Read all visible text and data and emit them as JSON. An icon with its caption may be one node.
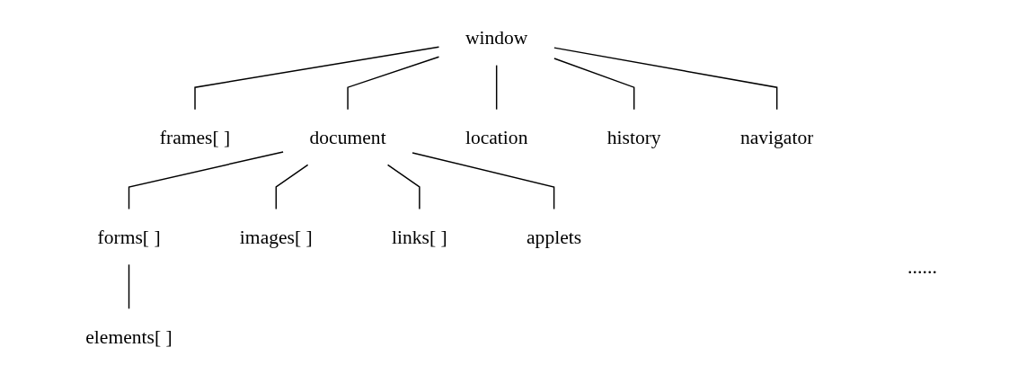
{
  "diagram": {
    "nodes": [
      {
        "text": [
          "window"
        ]
      },
      {
        "text": [
          "frames[ ]"
        ]
      },
      {
        "text": [
          "document"
        ]
      },
      {
        "text": [
          "location"
        ]
      },
      {
        "text": [
          "history"
        ]
      },
      {
        "text": [
          "navigator"
        ]
      },
      {
        "text": [
          "forms[ ]"
        ]
      },
      {
        "text": [
          "images[ ]"
        ]
      },
      {
        "text": [
          "links[ ]"
        ]
      },
      {
        "text": [
          "applets"
        ]
      },
      {
        "text": [
          "elements[ ]"
        ]
      }
    ],
    "edges": [
      {
        "from": 0,
        "to": 1,
        "arrow": "none"
      },
      {
        "from": 0,
        "to": 2,
        "arrow": "none"
      },
      {
        "from": 0,
        "to": 3,
        "arrow": "none"
      },
      {
        "from": 0,
        "to": 4,
        "arrow": "none"
      },
      {
        "from": 0,
        "to": 5,
        "arrow": "none"
      },
      {
        "from": 2,
        "to": 6,
        "arrow": "none"
      },
      {
        "from": 2,
        "to": 7,
        "arrow": "none"
      },
      {
        "from": 2,
        "to": 8,
        "arrow": "none"
      },
      {
        "from": 2,
        "to": 9,
        "arrow": "none"
      },
      {
        "from": 6,
        "to": 10,
        "arrow": "none"
      }
    ],
    "labels": [
      "......"
    ]
  }
}
